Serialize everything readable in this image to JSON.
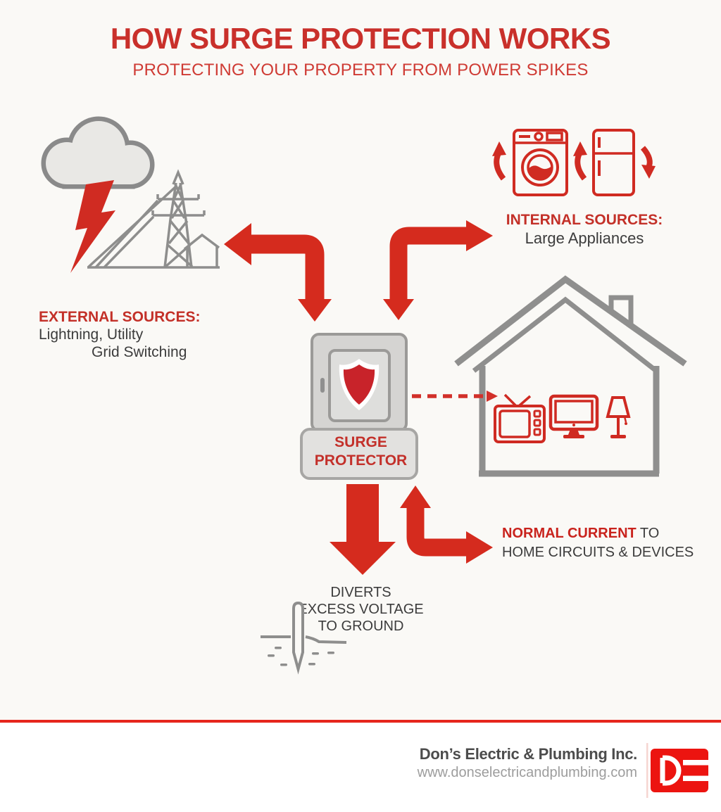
{
  "header": {
    "title": "HOW SURGE PROTECTION WORKS",
    "subtitle": "PROTECTING YOUR PROPERTY FROM POWER SPIKES"
  },
  "sources": {
    "external": {
      "heading": "EXTERNAL SOURCES:",
      "detail_line1": "Lightning, Utility",
      "detail_line2": "Grid Switching"
    },
    "internal": {
      "heading": "INTERNAL SOURCES:",
      "detail": "Large Appliances"
    }
  },
  "protector": {
    "label_line1": "SURGE",
    "label_line2": "PROTECTOR"
  },
  "flows": {
    "normal_current_highlight": "NORMAL CURRENT",
    "normal_current_rest": " TO",
    "normal_current_line2": "HOME CIRCUITS & DEVICES",
    "ground_line1": "DIVERTS",
    "ground_line2": "EXCESS VOLTAGE",
    "ground_line3": "TO GROUND"
  },
  "footer": {
    "company": "Don’s Electric & Plumbing Inc.",
    "website": "www.donselectricandplumbing.com"
  },
  "colors": {
    "accent_red": "#d02b22",
    "title_red": "#c9302b",
    "dark_text": "#3c3c3c",
    "icon_gray": "#8e8e8d",
    "panel_gray": "#d5d4d2",
    "muted_text": "#9d9d9d",
    "divider_red": "#e6261c",
    "logo_red": "#ec1410",
    "background": "#faf9f6"
  },
  "icon_names": [
    "storm-cloud-icon",
    "lightning-bolt-icon",
    "transmission-tower-icon",
    "power-lines-icon",
    "small-house-icon",
    "washing-machine-icon",
    "refrigerator-icon",
    "curved-surge-arrow-icon",
    "elbow-arrow-icon",
    "surge-protector-panel-icon",
    "shield-icon",
    "house-icon",
    "tv-icon",
    "computer-monitor-icon",
    "lamp-icon",
    "dashed-current-arrow-icon",
    "down-arrow-icon",
    "ground-rod-icon",
    "company-logo"
  ]
}
